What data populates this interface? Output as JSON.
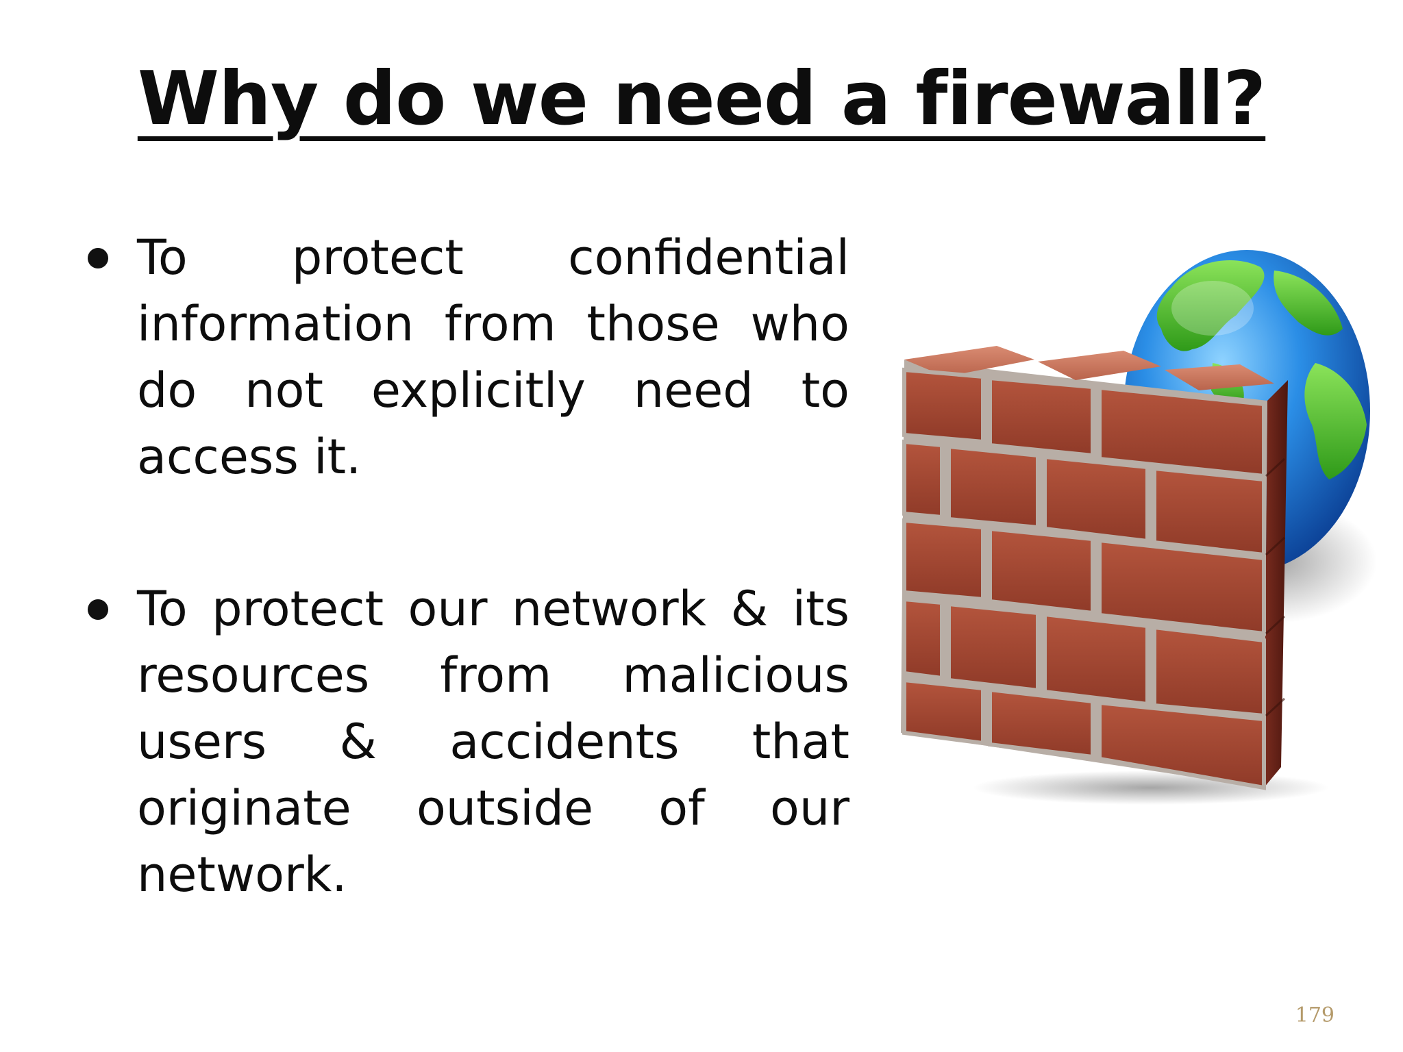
{
  "slide": {
    "title": "Why do we need a firewall?",
    "bullets": [
      "To protect confidential information from those who do not explicitly need to access it.",
      "To protect our network & its resources from malicious users & accidents that originate outside of our network."
    ],
    "image": {
      "icon": "firewall-globe-icon",
      "colors": {
        "brick": "#a0402c",
        "brick_dark": "#5e1e14",
        "mortar": "#b9b3ad",
        "globe_ocean": "#1e7fd8",
        "globe_land": "#4fbf2a"
      }
    },
    "page_number": "179"
  }
}
